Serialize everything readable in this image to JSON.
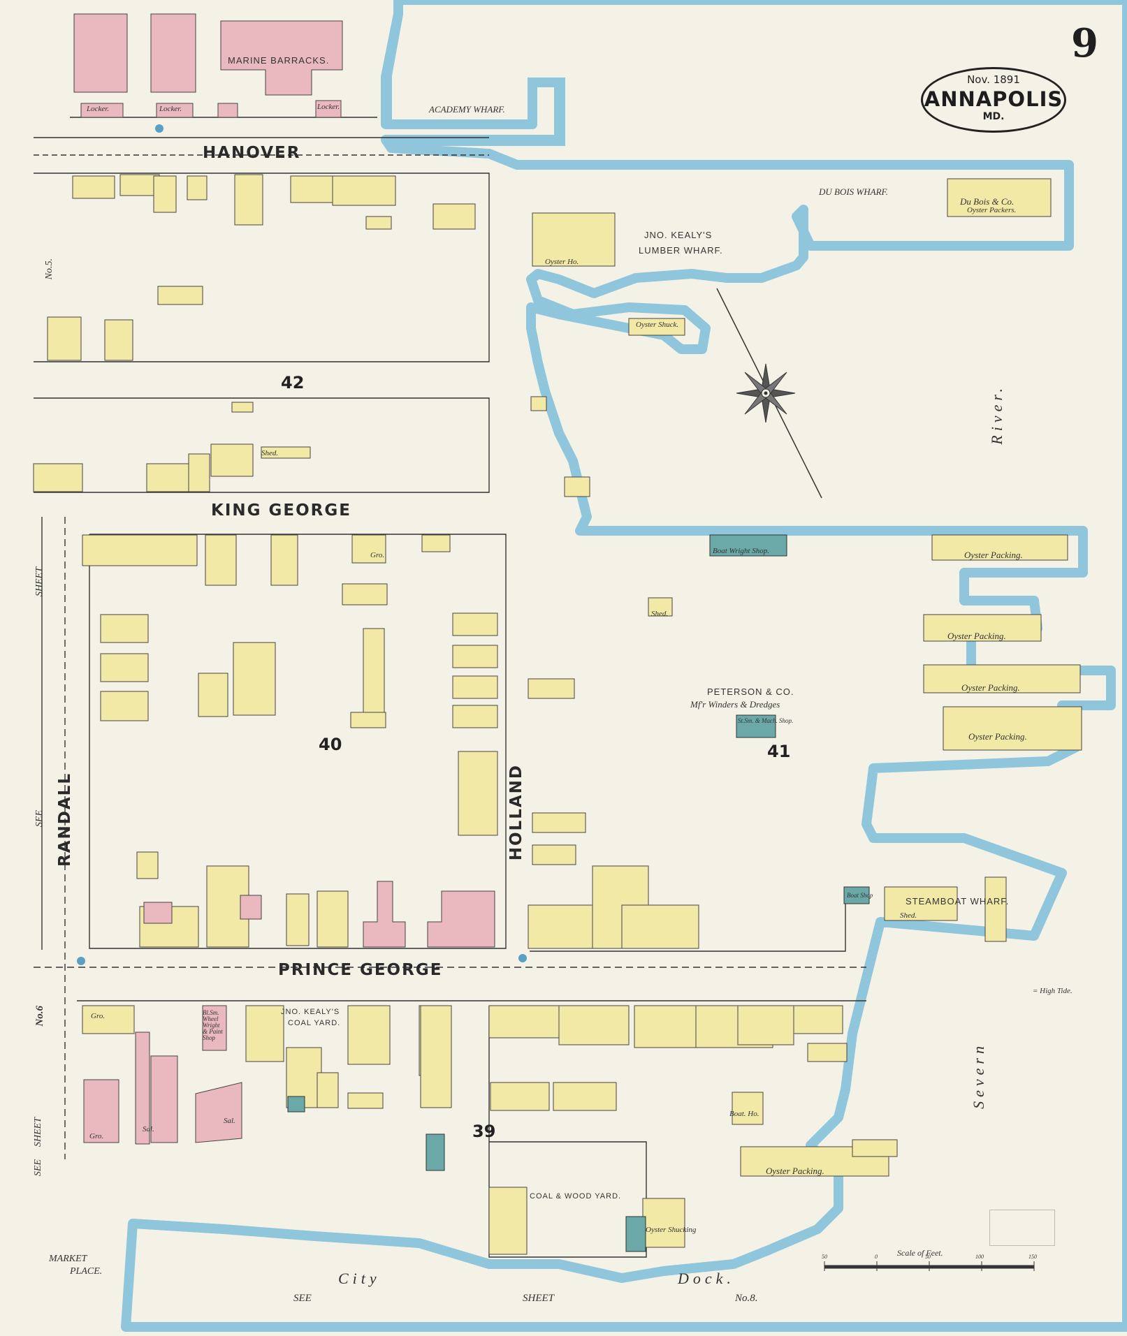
{
  "sheet": {
    "number": "9",
    "date": "Nov. 1891",
    "city": "ANNAPOLIS",
    "state": "MD."
  },
  "streets": {
    "hanover": "HANOVER",
    "king_george": "KING GEORGE",
    "prince_george": "PRINCE GEORGE",
    "randall": "RANDALL",
    "holland": "HOLLAND"
  },
  "blocks": [
    "42",
    "40",
    "41",
    "39"
  ],
  "water": {
    "river": "River.",
    "severn": "Severn",
    "city_dock": "City",
    "dock": "Dock."
  },
  "wharves": {
    "academy": "ACADEMY WHARF.",
    "du_bois": "DU BOIS WHARF.",
    "kealy_1": "JNO. KEALY'S",
    "kealy_2": "LUMBER WHARF.",
    "steamboat": "STEAMBOAT WHARF."
  },
  "buildings": {
    "marine_barracks": "MARINE BARRACKS.",
    "locker": "Locker.",
    "du_bois_co": "Du Bois & Co.",
    "oyster_packers": "Oyster Packers.",
    "oyster_ho": "Oyster Ho.",
    "oyster_shuck": "Oyster Shuck.",
    "boat_wright": "Boat Wright Shop.",
    "oyster_packing": "Oyster Packing.",
    "peterson_1": "PETERSON & CO.",
    "peterson_2": "Mf'r Winders & Dredges",
    "steam_mach": "St.Sm. & Mach. Shop.",
    "shed": "Shed.",
    "boat_shop": "Boat Shop",
    "coal_yard_1": "JNO. KEALY'S",
    "coal_yard_2": "COAL YARD.",
    "coal_wood": "COAL & WOOD YARD.",
    "oyster_shucking": "Oyster Shucking",
    "boat_house": "Boat. Ho.",
    "gro": "Gro.",
    "sal": "Sal.",
    "wheelwright": "Bl.Sm. Wheel Wright & Paint Shop"
  },
  "sheet_refs": {
    "no5": "No.5.",
    "see": "SEE",
    "sheet": "SHEET",
    "no6": "No.6",
    "see_bottom": "SEE",
    "sheet_bottom": "SHEET",
    "no8": "No.8.",
    "market_1": "MARKET",
    "market_2": "PLACE."
  },
  "legend": {
    "high_tide": "= High Tide.",
    "scale_title": "Scale of Feet.",
    "scale_ticks": [
      "50",
      "0",
      "50",
      "100",
      "150"
    ]
  },
  "colors": {
    "water": "#8fc6dc",
    "frame": "#f2e9a6",
    "brick": "#eab8bf",
    "stone": "#6aa9a8",
    "paper": "#f4f2e6"
  }
}
